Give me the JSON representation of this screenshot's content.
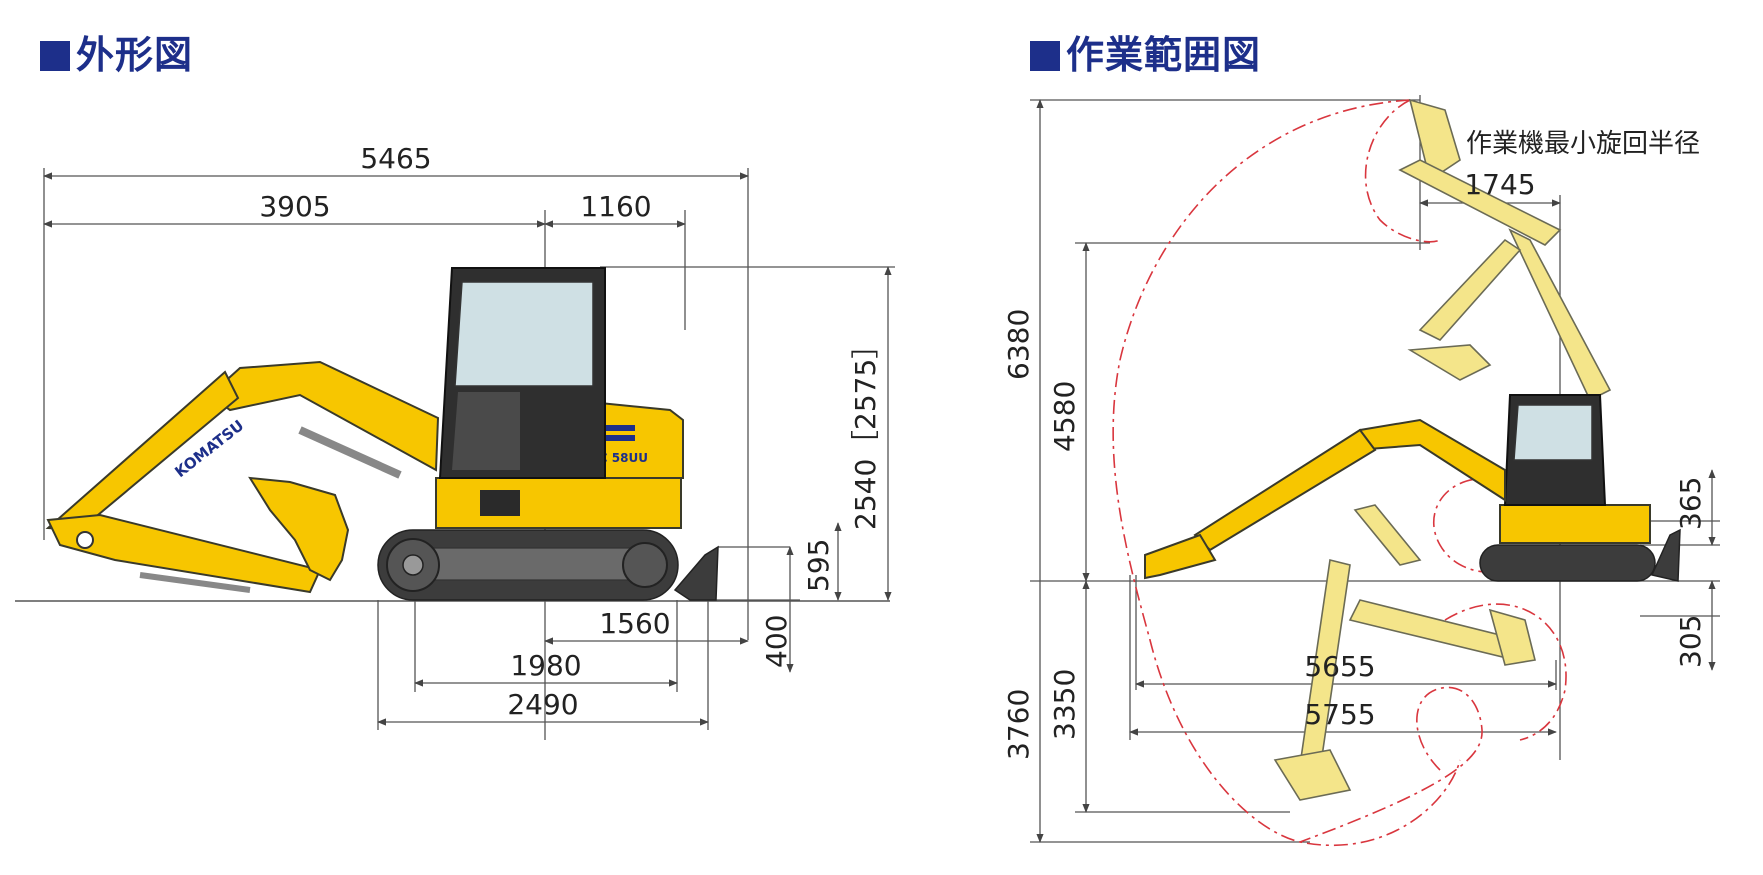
{
  "titles": {
    "left": "外形図",
    "right": "作業範囲図"
  },
  "colors": {
    "heading": "#1d2f8a",
    "machine_yellow": "#f7c600",
    "range_line": "#d9363e",
    "track": "#3c3c3c"
  },
  "machine": {
    "logo": "KOMATSU",
    "model_badge": "PC 58UU"
  },
  "outline_dims": {
    "overall_length": "5465",
    "front_length": "3905",
    "rear_length": "1160",
    "overall_height": "2540",
    "overall_height_bracket": "［2575］",
    "blade_height": "400",
    "track_height": "595",
    "tumbler_center_to_rear": "1560",
    "tumbler_distance": "1980",
    "track_length": "2490"
  },
  "range_dims": {
    "min_swing_radius_label": "作業機最小旋回半径",
    "min_swing_radius": "1745",
    "max_dig_height": "6380",
    "max_dump_height": "4580",
    "max_dig_depth": "3760",
    "max_vertical_wall_depth": "3350",
    "max_reach_ground": "5655",
    "max_reach": "5755",
    "blade_lift": "365",
    "blade_drop": "305"
  }
}
